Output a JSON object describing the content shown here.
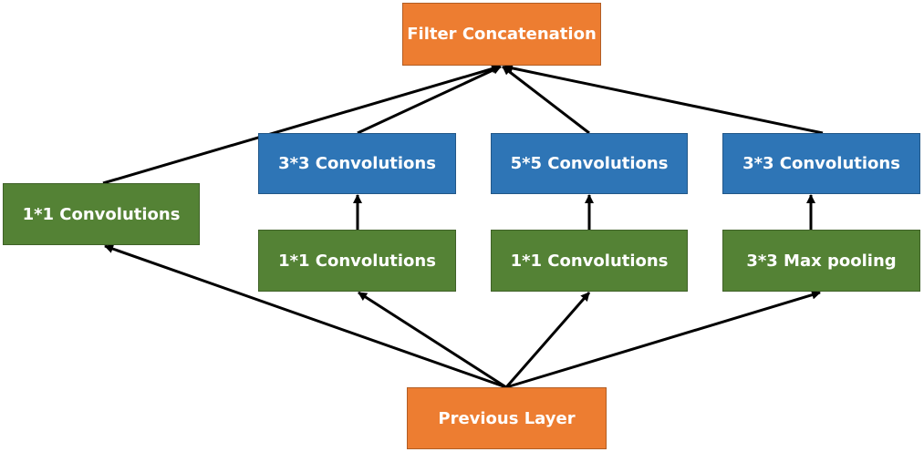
{
  "nodes": {
    "filter_concat": "Filter Concatenation",
    "previous_layer": "Previous Layer",
    "conv1_left": "1*1 Convolutions",
    "conv3_mid": "3*3 Convolutions",
    "conv5_mid": "5*5 Convolutions",
    "conv3_right": "3*3 Convolutions",
    "conv1_a": "1*1 Convolutions",
    "conv1_b": "1*1 Convolutions",
    "maxpool": "3*3 Max pooling"
  },
  "colors": {
    "orange": "#ED7D31",
    "blue": "#2E75B6",
    "green": "#548235",
    "arrow": "#000000"
  }
}
